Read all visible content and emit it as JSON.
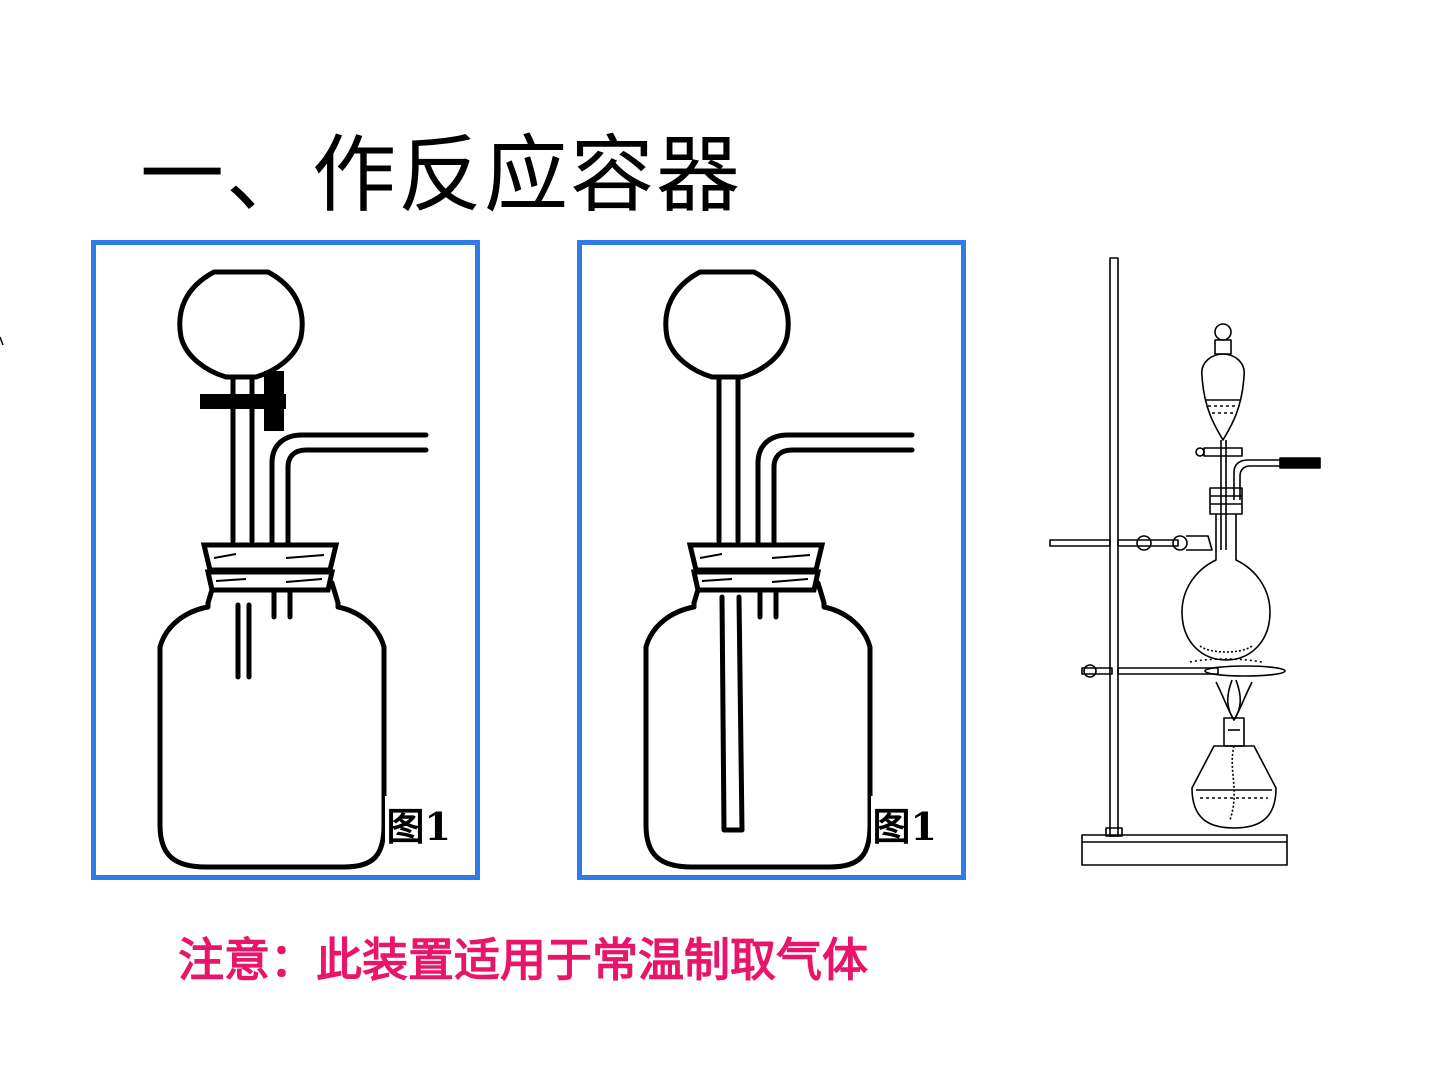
{
  "slide": {
    "title": "一、作反应容器",
    "figures": [
      {
        "label": "图1"
      },
      {
        "label": "图1"
      }
    ],
    "note": "注意：此装置适用于常温制取气体"
  },
  "colors": {
    "panel_border": "#2f7be8",
    "note_text": "#e8166b",
    "line": "#000000"
  }
}
